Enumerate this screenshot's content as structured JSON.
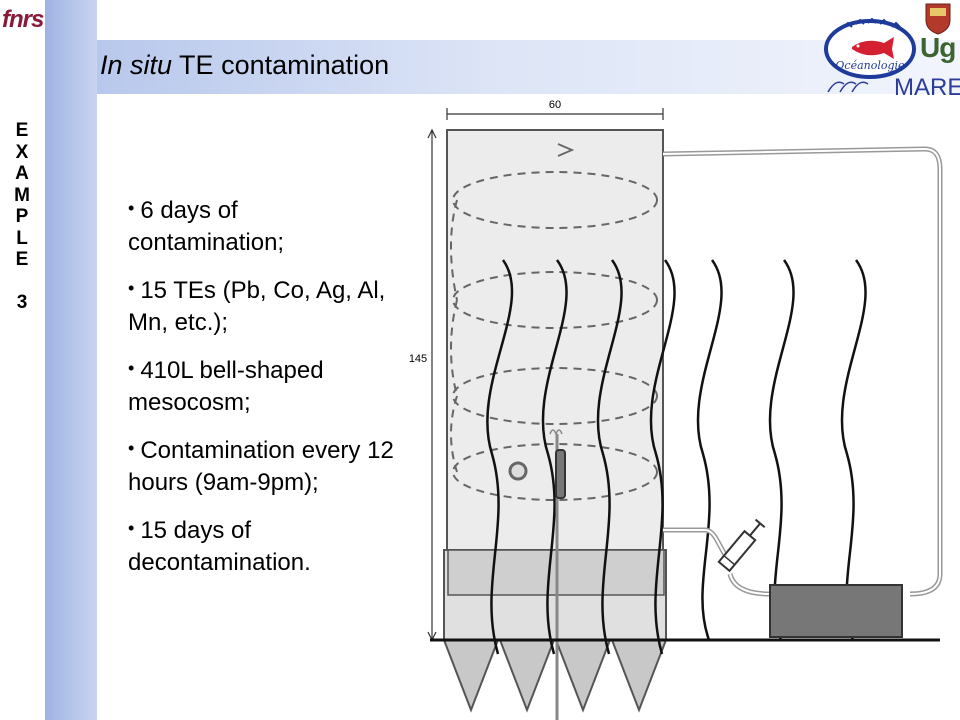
{
  "header": {
    "title_italic": "In situ",
    "title_rest": " TE contamination",
    "band_color": "#b8c8ec"
  },
  "logos": {
    "fnrs": "fnrs",
    "ulg": "Ug",
    "mare": "MARE",
    "ocean": "Océanologie"
  },
  "sidebar": {
    "letters": [
      "E",
      "X",
      "A",
      "M",
      "P",
      "L",
      "E",
      "3"
    ]
  },
  "bullets": [
    "6 days of contamination;",
    "15 TEs (Pb, Co, Ag, Al, Mn, etc.);",
    "410L bell-shaped mesocosm;",
    "Contamination every 12 hours (9am-9pm);",
    "15 days of decontamination."
  ],
  "diagram": {
    "width_label": "60",
    "height_label": "145"
  }
}
